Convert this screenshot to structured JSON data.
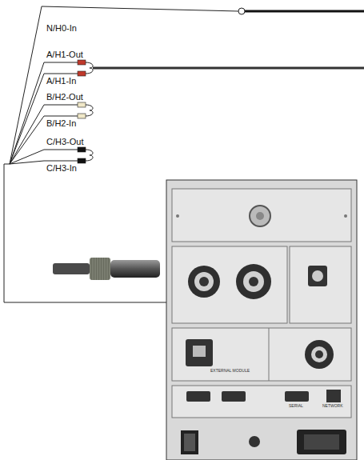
{
  "diagram": {
    "labels": [
      "N/H0-In",
      "A/H1-Out",
      "A/H1-In",
      "B/H2-Out",
      "B/H2-In",
      "C/H3-Out",
      "C/H3-In",
      "EXTERNAL MODULE",
      "SERIAL",
      "NETWORK"
    ]
  }
}
